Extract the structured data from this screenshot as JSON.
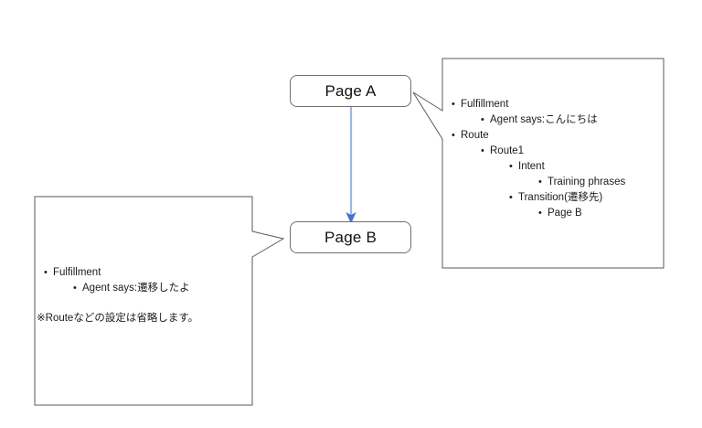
{
  "diagram": {
    "type": "flow-diagram",
    "nodes": [
      {
        "id": "page-a",
        "label": "Page A"
      },
      {
        "id": "page-b",
        "label": "Page B"
      }
    ],
    "connector": {
      "from": "page-a",
      "to": "page-b",
      "color": "#9DB8E0",
      "arrow_color": "#4472C4",
      "direction": "down"
    },
    "callout_right": {
      "attached_to": "page-a",
      "items": [
        {
          "level": 1,
          "text": "Fulfillment"
        },
        {
          "level": 2,
          "text": "Agent says:こんにちは"
        },
        {
          "level": 1,
          "text": "Route"
        },
        {
          "level": 2,
          "text": "Route1"
        },
        {
          "level": 3,
          "text": "Intent"
        },
        {
          "level": 4,
          "text": "Training phrases"
        },
        {
          "level": 3,
          "text": "Transition(遷移先)"
        },
        {
          "level": 4,
          "text": "Page B"
        }
      ]
    },
    "callout_left": {
      "attached_to": "page-b",
      "items": [
        {
          "level": 1,
          "text": "Fulfillment"
        },
        {
          "level": 2,
          "text": "Agent says:遷移したよ"
        }
      ],
      "note": "※Routeなどの設定は省略します。"
    },
    "colors": {
      "box_border": "#6e6e6e",
      "callout_border": "#5a5a5a",
      "background": "#ffffff",
      "text": "#1c1c1c"
    }
  }
}
